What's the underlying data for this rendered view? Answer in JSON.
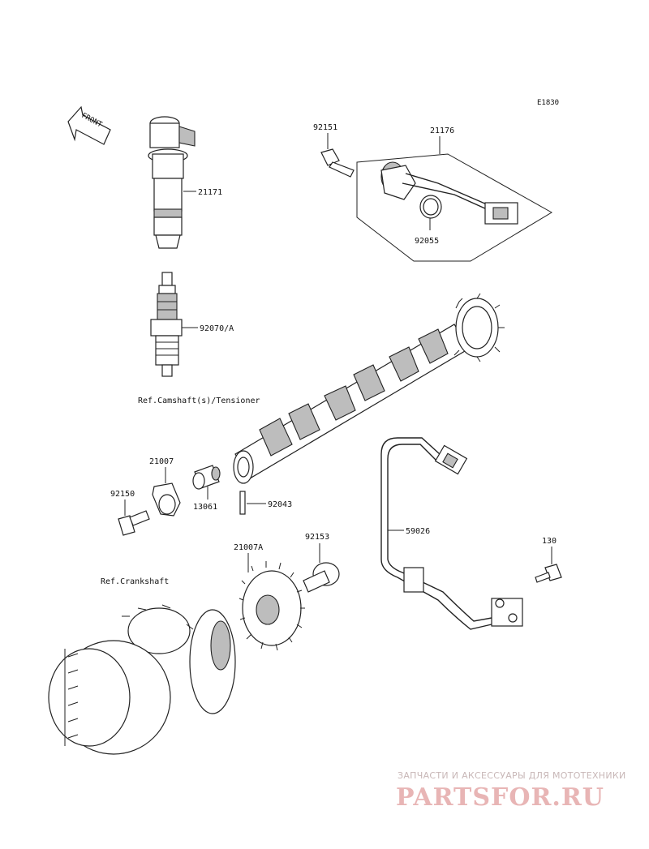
{
  "diagram_code": "E1830",
  "front_marker": "FRONT",
  "parts": {
    "p21171": "21171",
    "p92070A": "92070/A",
    "p92151": "92151",
    "p21176": "21176",
    "p92055": "92055",
    "p21007": "21007",
    "p92150": "92150",
    "p13061": "13061",
    "p92043": "92043",
    "p21007A": "21007A",
    "p92153": "92153",
    "p59026": "59026",
    "p130": "130"
  },
  "references": {
    "camshaft": "Ref.Camshaft(s)/Tensioner",
    "crankshaft": "Ref.Crankshaft"
  },
  "watermark": {
    "tagline": "ЗАПЧАСТИ И АКСЕССУАРЫ ДЛЯ МОТОТЕХНИКИ",
    "brand": "PARTSFOR.RU"
  }
}
